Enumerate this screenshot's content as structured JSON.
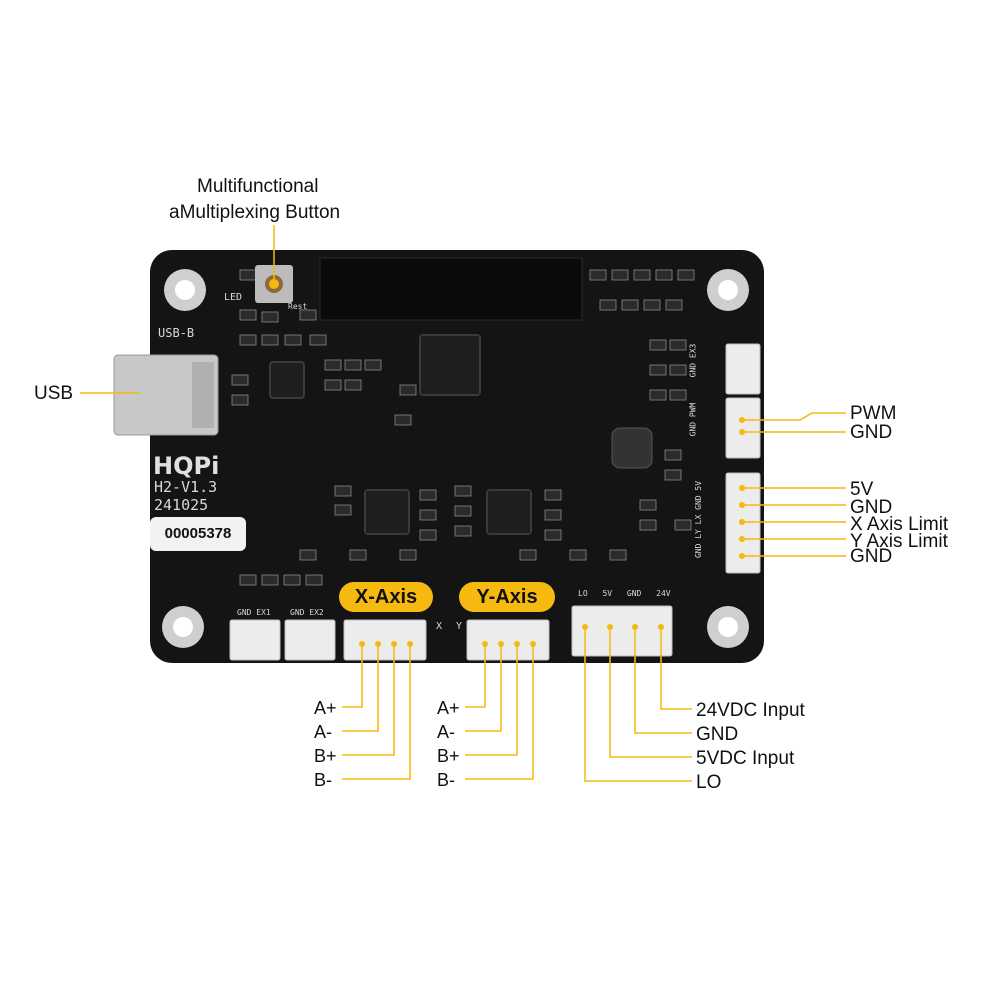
{
  "colors": {
    "accent": "#F5B90F",
    "board": "#141414",
    "silkscreen": "#d8d8d8",
    "connector": "#ececec"
  },
  "top_callout": {
    "line1": "Multifunctional",
    "line2": "aMultiplexing Button"
  },
  "usb_label": "USB",
  "right_upper": [
    "PWM",
    "GND"
  ],
  "right_lower": [
    "5V",
    "GND",
    "X Axis Limit",
    "Y Axis Limit",
    "GND"
  ],
  "x_axis": {
    "badge": "X-Axis",
    "pins": [
      "A+",
      "A-",
      "B+",
      "B-"
    ]
  },
  "y_axis": {
    "badge": "Y-Axis",
    "pins": [
      "A+",
      "A-",
      "B+",
      "B-"
    ]
  },
  "power_pins": [
    "24VDC Input",
    "GND",
    "5VDC Input",
    "LO"
  ],
  "board": {
    "brand": "HQPi",
    "model": "H2-V1.3",
    "date_code": "241025",
    "serial": "00005378",
    "usb_silk": "USB-B",
    "led_silk": "LED",
    "reset_silk": "Rest",
    "ex3_silk": "GND EX3",
    "pwm_silk": "GND PWM",
    "limit_silk": "GND LY LX GND 5V",
    "ex1_silk": "GND EX1",
    "ex2_silk": "GND EX2",
    "power_silk": "LO 5V GND 24V",
    "axis_silk": "X Y"
  }
}
